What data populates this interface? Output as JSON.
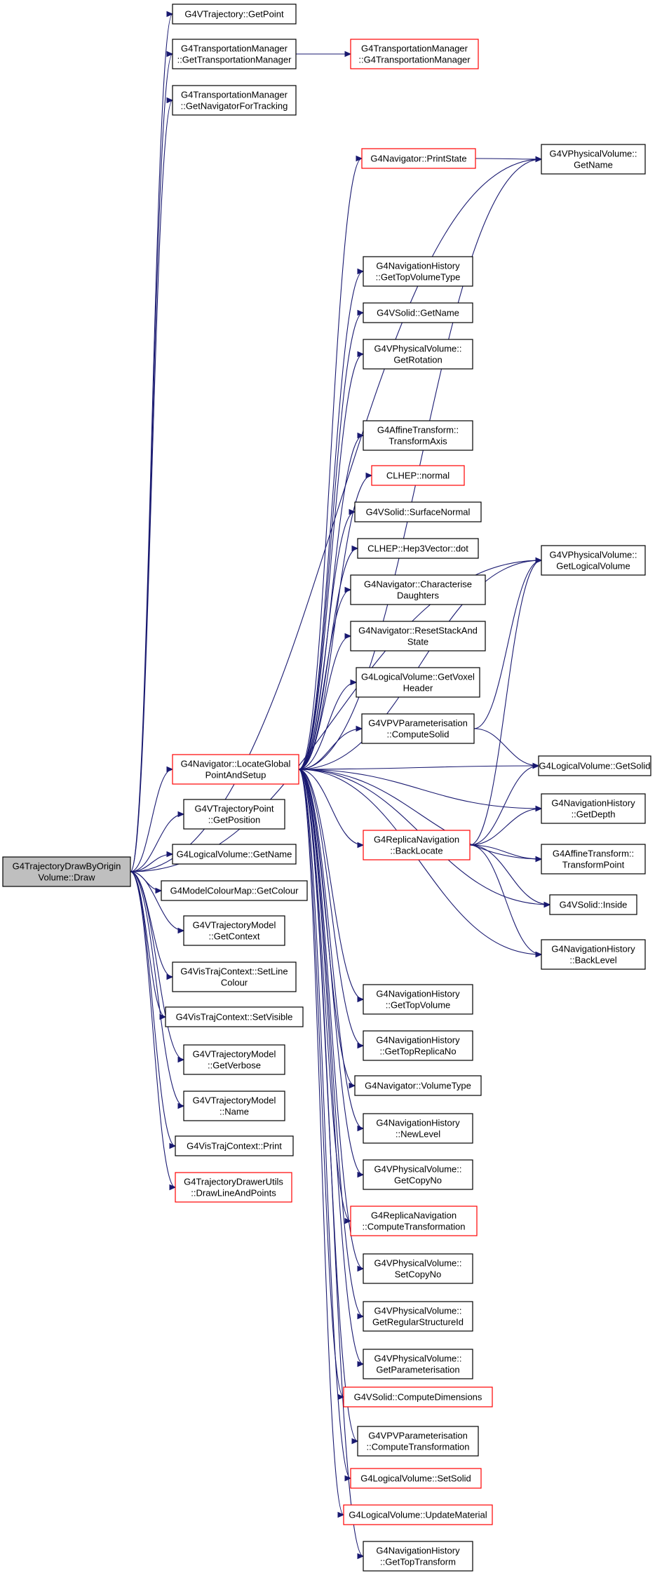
{
  "colors": {
    "edge": "#191970",
    "node_border": "#000000",
    "node_border_truncated": "#ff0000",
    "root_fill": "#bfbfbf",
    "node_fill": "#ffffff"
  },
  "nodes": [
    {
      "id": "root",
      "lines": [
        "G4TrajectoryDrawByOrigin",
        "Volume::Draw"
      ],
      "kind": "root"
    },
    {
      "id": "n1",
      "lines": [
        "G4VTrajectory::GetPoint"
      ],
      "kind": "normal"
    },
    {
      "id": "n2",
      "lines": [
        "G4TransportationManager",
        "::GetTransportationManager"
      ],
      "kind": "normal"
    },
    {
      "id": "n3",
      "lines": [
        "G4TransportationManager",
        "::G4TransportationManager"
      ],
      "kind": "truncated"
    },
    {
      "id": "n4",
      "lines": [
        "G4TransportationManager",
        "::GetNavigatorForTracking"
      ],
      "kind": "normal"
    },
    {
      "id": "n5",
      "lines": [
        "G4Navigator::PrintState"
      ],
      "kind": "truncated"
    },
    {
      "id": "n6",
      "lines": [
        "G4VPhysicalVolume::",
        "GetName"
      ],
      "kind": "normal"
    },
    {
      "id": "n7",
      "lines": [
        "G4NavigationHistory",
        "::GetTopVolumeType"
      ],
      "kind": "normal"
    },
    {
      "id": "n8",
      "lines": [
        "G4VSolid::GetName"
      ],
      "kind": "normal"
    },
    {
      "id": "n9",
      "lines": [
        "G4VPhysicalVolume::",
        "GetRotation"
      ],
      "kind": "normal"
    },
    {
      "id": "n10",
      "lines": [
        "G4AffineTransform::",
        "TransformAxis"
      ],
      "kind": "normal"
    },
    {
      "id": "n11",
      "lines": [
        "CLHEP::normal"
      ],
      "kind": "truncated"
    },
    {
      "id": "n12",
      "lines": [
        "G4VSolid::SurfaceNormal"
      ],
      "kind": "normal"
    },
    {
      "id": "n13",
      "lines": [
        "CLHEP::Hep3Vector::dot"
      ],
      "kind": "normal"
    },
    {
      "id": "n14",
      "lines": [
        "G4VPhysicalVolume::",
        "GetLogicalVolume"
      ],
      "kind": "normal"
    },
    {
      "id": "n15",
      "lines": [
        "G4Navigator::Characterise",
        "Daughters"
      ],
      "kind": "normal"
    },
    {
      "id": "n16",
      "lines": [
        "G4Navigator::ResetStackAnd",
        "State"
      ],
      "kind": "normal"
    },
    {
      "id": "n17",
      "lines": [
        "G4LogicalVolume::GetVoxel",
        "Header"
      ],
      "kind": "normal"
    },
    {
      "id": "n18",
      "lines": [
        "G4VPVParameterisation",
        "::ComputeSolid"
      ],
      "kind": "normal"
    },
    {
      "id": "n19",
      "lines": [
        "G4Navigator::LocateGlobal",
        "PointAndSetup"
      ],
      "kind": "truncated"
    },
    {
      "id": "n20",
      "lines": [
        "G4LogicalVolume::GetSolid"
      ],
      "kind": "normal"
    },
    {
      "id": "n21",
      "lines": [
        "G4VTrajectoryPoint",
        "::GetPosition"
      ],
      "kind": "normal"
    },
    {
      "id": "n22",
      "lines": [
        "G4NavigationHistory",
        "::GetDepth"
      ],
      "kind": "normal"
    },
    {
      "id": "n23",
      "lines": [
        "G4ReplicaNavigation",
        "::BackLocate"
      ],
      "kind": "truncated"
    },
    {
      "id": "n24",
      "lines": [
        "G4LogicalVolume::GetName"
      ],
      "kind": "normal"
    },
    {
      "id": "n25",
      "lines": [
        "G4AffineTransform::",
        "TransformPoint"
      ],
      "kind": "normal"
    },
    {
      "id": "n26",
      "lines": [
        "G4ModelColourMap::GetColour"
      ],
      "kind": "normal"
    },
    {
      "id": "n27",
      "lines": [
        "G4VSolid::Inside"
      ],
      "kind": "normal"
    },
    {
      "id": "n28",
      "lines": [
        "G4VTrajectoryModel",
        "::GetContext"
      ],
      "kind": "normal"
    },
    {
      "id": "n29",
      "lines": [
        "G4NavigationHistory",
        "::BackLevel"
      ],
      "kind": "normal"
    },
    {
      "id": "n30",
      "lines": [
        "G4VisTrajContext::SetLine",
        "Colour"
      ],
      "kind": "normal"
    },
    {
      "id": "n31",
      "lines": [
        "G4NavigationHistory",
        "::GetTopVolume"
      ],
      "kind": "normal"
    },
    {
      "id": "n32",
      "lines": [
        "G4VisTrajContext::SetVisible"
      ],
      "kind": "normal"
    },
    {
      "id": "n33",
      "lines": [
        "G4NavigationHistory",
        "::GetTopReplicaNo"
      ],
      "kind": "normal"
    },
    {
      "id": "n34",
      "lines": [
        "G4VTrajectoryModel",
        "::GetVerbose"
      ],
      "kind": "normal"
    },
    {
      "id": "n35",
      "lines": [
        "G4Navigator::VolumeType"
      ],
      "kind": "normal"
    },
    {
      "id": "n36",
      "lines": [
        "G4VTrajectoryModel",
        "::Name"
      ],
      "kind": "normal"
    },
    {
      "id": "n37",
      "lines": [
        "G4NavigationHistory",
        "::NewLevel"
      ],
      "kind": "normal"
    },
    {
      "id": "n38",
      "lines": [
        "G4VisTrajContext::Print"
      ],
      "kind": "normal"
    },
    {
      "id": "n39",
      "lines": [
        "G4VPhysicalVolume::",
        "GetCopyNo"
      ],
      "kind": "normal"
    },
    {
      "id": "n40",
      "lines": [
        "G4TrajectoryDrawerUtils",
        "::DrawLineAndPoints"
      ],
      "kind": "truncated"
    },
    {
      "id": "n41",
      "lines": [
        "G4ReplicaNavigation",
        "::ComputeTransformation"
      ],
      "kind": "truncated"
    },
    {
      "id": "n42",
      "lines": [
        "G4VPhysicalVolume::",
        "SetCopyNo"
      ],
      "kind": "normal"
    },
    {
      "id": "n43",
      "lines": [
        "G4VPhysicalVolume::",
        "GetRegularStructureId"
      ],
      "kind": "normal"
    },
    {
      "id": "n44",
      "lines": [
        "G4VPhysicalVolume::",
        "GetParameterisation"
      ],
      "kind": "normal"
    },
    {
      "id": "n45",
      "lines": [
        "G4VSolid::ComputeDimensions"
      ],
      "kind": "truncated"
    },
    {
      "id": "n46",
      "lines": [
        "G4VPVParameterisation",
        "::ComputeTransformation"
      ],
      "kind": "normal"
    },
    {
      "id": "n47",
      "lines": [
        "G4LogicalVolume::SetSolid"
      ],
      "kind": "truncated"
    },
    {
      "id": "n48",
      "lines": [
        "G4LogicalVolume::UpdateMaterial"
      ],
      "kind": "truncated"
    },
    {
      "id": "n49",
      "lines": [
        "G4NavigationHistory",
        "::GetTopTransform"
      ],
      "kind": "normal"
    }
  ],
  "edges": [
    [
      "root",
      "n1"
    ],
    [
      "root",
      "n2"
    ],
    [
      "root",
      "n4"
    ],
    [
      "root",
      "n6"
    ],
    [
      "root",
      "n14"
    ],
    [
      "root",
      "n19"
    ],
    [
      "root",
      "n21"
    ],
    [
      "root",
      "n24"
    ],
    [
      "root",
      "n26"
    ],
    [
      "root",
      "n28"
    ],
    [
      "root",
      "n30"
    ],
    [
      "root",
      "n32"
    ],
    [
      "root",
      "n34"
    ],
    [
      "root",
      "n36"
    ],
    [
      "root",
      "n38"
    ],
    [
      "root",
      "n40"
    ],
    [
      "n2",
      "n3"
    ],
    [
      "n5",
      "n6"
    ],
    [
      "n19",
      "n5"
    ],
    [
      "n19",
      "n6"
    ],
    [
      "n19",
      "n7"
    ],
    [
      "n19",
      "n8"
    ],
    [
      "n19",
      "n9"
    ],
    [
      "n19",
      "n10"
    ],
    [
      "n19",
      "n11"
    ],
    [
      "n19",
      "n12"
    ],
    [
      "n19",
      "n13"
    ],
    [
      "n19",
      "n14"
    ],
    [
      "n19",
      "n15"
    ],
    [
      "n19",
      "n16"
    ],
    [
      "n19",
      "n17"
    ],
    [
      "n19",
      "n18"
    ],
    [
      "n19",
      "n20"
    ],
    [
      "n19",
      "n22"
    ],
    [
      "n19",
      "n23"
    ],
    [
      "n19",
      "n25"
    ],
    [
      "n19",
      "n27"
    ],
    [
      "n19",
      "n29"
    ],
    [
      "n19",
      "n31"
    ],
    [
      "n19",
      "n33"
    ],
    [
      "n19",
      "n35"
    ],
    [
      "n19",
      "n37"
    ],
    [
      "n19",
      "n39"
    ],
    [
      "n19",
      "n41"
    ],
    [
      "n19",
      "n42"
    ],
    [
      "n19",
      "n43"
    ],
    [
      "n19",
      "n44"
    ],
    [
      "n19",
      "n45"
    ],
    [
      "n19",
      "n46"
    ],
    [
      "n19",
      "n47"
    ],
    [
      "n19",
      "n48"
    ],
    [
      "n19",
      "n49"
    ],
    [
      "n18",
      "n14"
    ],
    [
      "n18",
      "n20"
    ],
    [
      "n23",
      "n14"
    ],
    [
      "n23",
      "n20"
    ],
    [
      "n23",
      "n22"
    ],
    [
      "n23",
      "n25"
    ],
    [
      "n23",
      "n27"
    ],
    [
      "n23",
      "n29"
    ]
  ]
}
